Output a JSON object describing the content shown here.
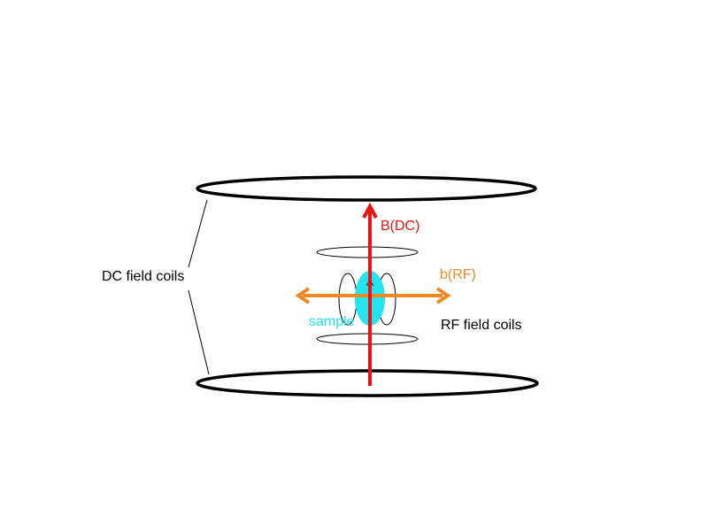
{
  "diagram": {
    "labels": {
      "dc_field_coils": "DC field coils",
      "rf_field_coils": "RF field coils",
      "b_dc": "B(DC)",
      "b_rf": "b(RF)",
      "sample": "sample"
    },
    "colors": {
      "background": "#ffffff",
      "coil_stroke": "#000000",
      "dc_field_arrow": "#ee1111",
      "rf_field_arrow": "#ee8822",
      "sample_fill": "#22e5f0",
      "text": "#000000"
    }
  }
}
